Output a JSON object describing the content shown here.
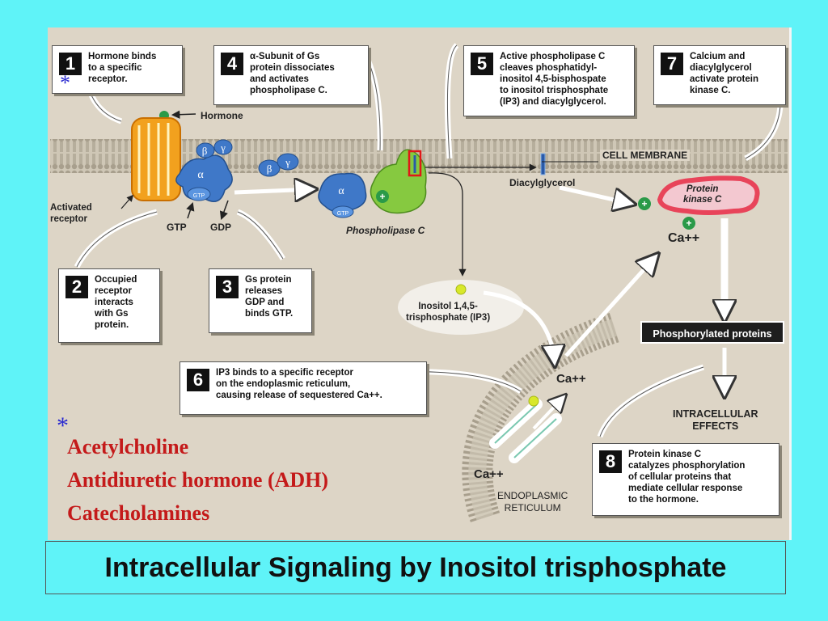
{
  "steps": [
    {
      "num": "1",
      "text": "Hormone binds\nto a specific\nreceptor."
    },
    {
      "num": "4",
      "text": "α-Subunit of Gs\nprotein dissociates\nand activates\nphospholipase C."
    },
    {
      "num": "5",
      "text": "Active phospholipase C\ncleaves phosphatidyl-\ninositol 4,5-bisphospate\nto inositol trisphosphate\n(IP3) and diacylglycerol."
    },
    {
      "num": "7",
      "text": "Calcium and\ndiacylglycerol\nactivate protein\nkinase C."
    },
    {
      "num": "2",
      "text": "Occupied\nreceptor\ninteracts\nwith Gs\nprotein."
    },
    {
      "num": "3",
      "text": "Gs protein\nreleases\nGDP and\nbinds GTP."
    },
    {
      "num": "6",
      "text": "IP3 binds to a specific receptor\non the endoplasmic reticulum,\ncausing release of sequestered Ca++."
    },
    {
      "num": "8",
      "text": "Protein kinase C\ncatalyzes phosphorylation\nof cellular proteins that\nmediate cellular response\nto the hormone."
    }
  ],
  "labels": {
    "hormone": "Hormone",
    "cell_membrane": "CELL MEMBRANE",
    "activated_receptor": "Activated\nreceptor",
    "gtp": "GTP",
    "gdp": "GDP",
    "phospholipase_c": "Phospholipase C",
    "diacylglycerol": "Diacylglycerol",
    "protein_kinase_c": "Protein\nkinase C",
    "ca_pkc": "Ca++",
    "ip3": "Inositol 1,4,5-\ntrisphosphate (IP3)",
    "ca_er_top": "Ca++",
    "ca_er_bottom": "Ca++",
    "phosphorylated_proteins": "Phosphorylated proteins",
    "intracellular_effects": "INTRACELLULAR\nEFFECTS",
    "endoplasmic_reticulum": "ENDOPLASMIC\nRETICULUM",
    "beta": "β",
    "gamma": "γ",
    "alpha": "α"
  },
  "star_symbol": "*",
  "hormone_list": "Acetylcholine\nAntidiuretic hormone (ADH)\nCatecholamines",
  "title": "Intracellular Signaling by Inositol trisphosphate",
  "colors": {
    "background": "#5ff3f8",
    "panel": "#ddd5c6",
    "hormone_list": "#c41a1a",
    "star": "#2a2ad0",
    "receptor": "#f2a11e",
    "gprotein": "#3f78c8",
    "plc": "#86c940",
    "pkc": "#e8445a"
  }
}
